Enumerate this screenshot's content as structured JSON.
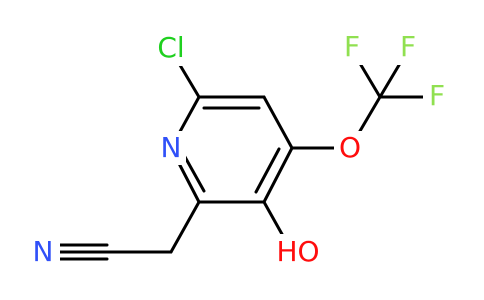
{
  "molecule": {
    "colors": {
      "bond": "#000000",
      "Cl": "#1fd01f",
      "N": "#3050f8",
      "O": "#ff0d0d",
      "F": "#90e050"
    },
    "atoms": {
      "chlorine": "Cl",
      "ring_nitrogen": "N",
      "ether_oxygen": "O",
      "fluorine_1": "F",
      "fluorine_2": "F",
      "fluorine_3": "F",
      "hydroxyl": "HO",
      "nitrile_nitrogen": "N"
    }
  }
}
